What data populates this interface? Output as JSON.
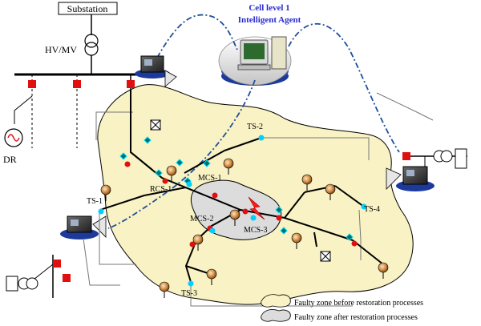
{
  "labels": {
    "substation": "Substation",
    "hvmv": "HV/MV",
    "agent_line1": "Cell level 1",
    "agent_line2": "Intelligent Agent",
    "dr": "DR",
    "ts1": "TS-1",
    "ts2": "TS-2",
    "ts3": "TS-3",
    "ts4": "TS-4",
    "rcs1": "RCS-1",
    "mcs1": "MCS-1",
    "mcs2": "MCS-2",
    "mcs3": "MCS-3"
  },
  "legend": {
    "before": "Faulty zone before restoration processes",
    "after": "Faulty zone after restoration processes"
  },
  "colors": {
    "zone_before": "#f8f2c4",
    "zone_after": "#dcdcdc",
    "line": "#000000",
    "breaker": "#e01010",
    "switch_dot": "#00d0ff",
    "agent_text": "#2a2ad0",
    "comm_link": "#1f4f9a",
    "transformer_load": "#d4903c",
    "fault": "#ff1a1a"
  }
}
